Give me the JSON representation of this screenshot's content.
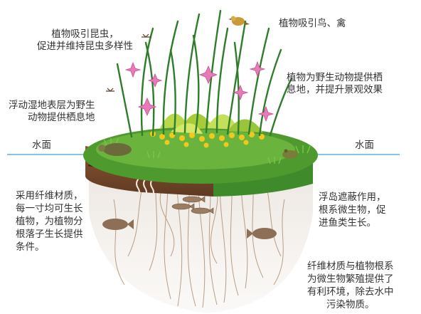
{
  "labels": {
    "insects": [
      "植物吸引昆虫，",
      "促进并维持昆虫多样性"
    ],
    "birds": [
      "植物吸引鸟、禽"
    ],
    "habitat": [
      "植物为野生动物提供栖",
      "息地，并提升景观效果"
    ],
    "surface": [
      "浮动湿地表层为野生",
      "动物提供栖息地"
    ],
    "water_left": [
      "水面"
    ],
    "water_right": [
      "水面"
    ],
    "fiber": [
      "采用纤维材质，",
      "每一寸均可生长",
      "植物，为植物分",
      "根落子生长提供",
      "条件。"
    ],
    "shelter": [
      "浮岛遮蔽作用，",
      "根系微生物，促",
      "进鱼类生长。"
    ],
    "microbes": [
      "纤维材质与植物根系",
      "为微生物繁殖提供了",
      "有利环境，除去水中",
      "污染物质。"
    ]
  },
  "colors": {
    "water_line": "#5ab4d8",
    "grass": "#4e9a2e",
    "leaf": "#2f7d2a",
    "flower": "#e87ab8",
    "yellow_flower": "#f2c81e",
    "soil": "#7a4a2a",
    "root": "#b89a80",
    "underwater": "#e9e2dc"
  }
}
